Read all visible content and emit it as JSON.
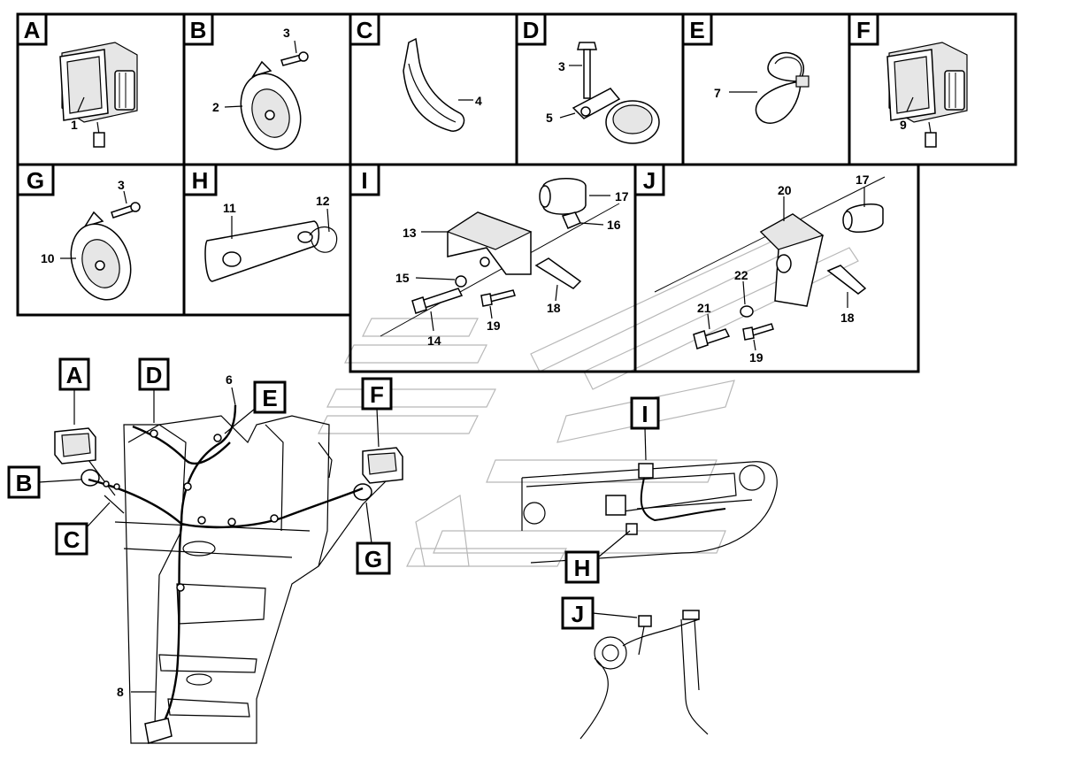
{
  "panels": [
    {
      "letter": "A",
      "callouts": [
        "1"
      ]
    },
    {
      "letter": "B",
      "callouts": [
        "3",
        "2"
      ]
    },
    {
      "letter": "C",
      "callouts": [
        "4"
      ]
    },
    {
      "letter": "D",
      "callouts": [
        "3",
        "5"
      ]
    },
    {
      "letter": "E",
      "callouts": [
        "7"
      ]
    },
    {
      "letter": "F",
      "callouts": [
        "9"
      ]
    },
    {
      "letter": "G",
      "callouts": [
        "3",
        "10"
      ]
    },
    {
      "letter": "H",
      "callouts": [
        "11",
        "12"
      ]
    },
    {
      "letter": "I",
      "callouts": [
        "17",
        "13",
        "16",
        "15",
        "18",
        "14",
        "19"
      ]
    },
    {
      "letter": "J",
      "callouts": [
        "20",
        "17",
        "22",
        "21",
        "18",
        "19"
      ]
    }
  ],
  "main_view": {
    "tags": [
      "A",
      "D",
      "E",
      "B",
      "C",
      "F",
      "G",
      "I",
      "H",
      "J"
    ],
    "callouts": [
      "6",
      "8"
    ]
  }
}
